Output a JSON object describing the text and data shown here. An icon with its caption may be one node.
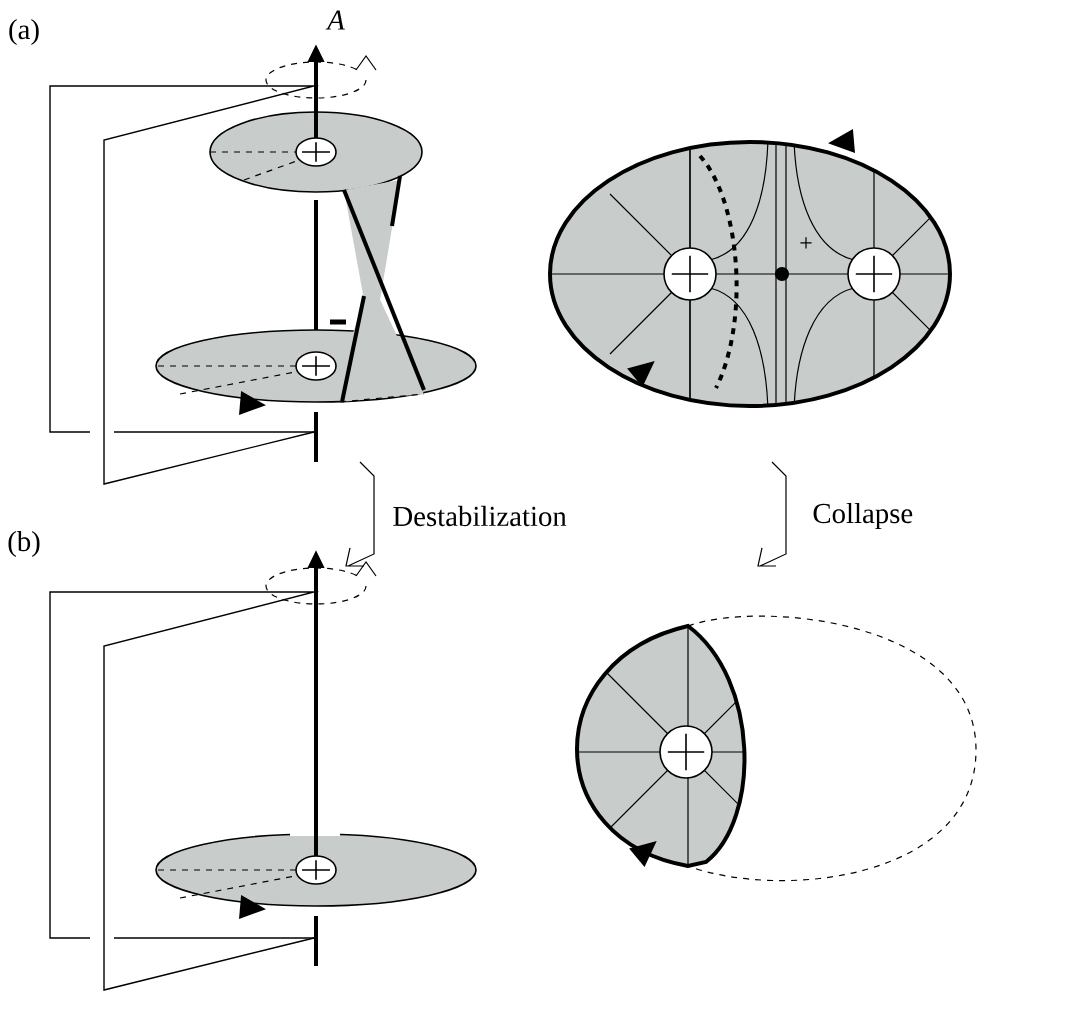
{
  "diagram": {
    "labels": [
      "(a)",
      "A",
      "+",
      "Destabilization",
      "Collapse",
      "(b)"
    ]
  }
}
